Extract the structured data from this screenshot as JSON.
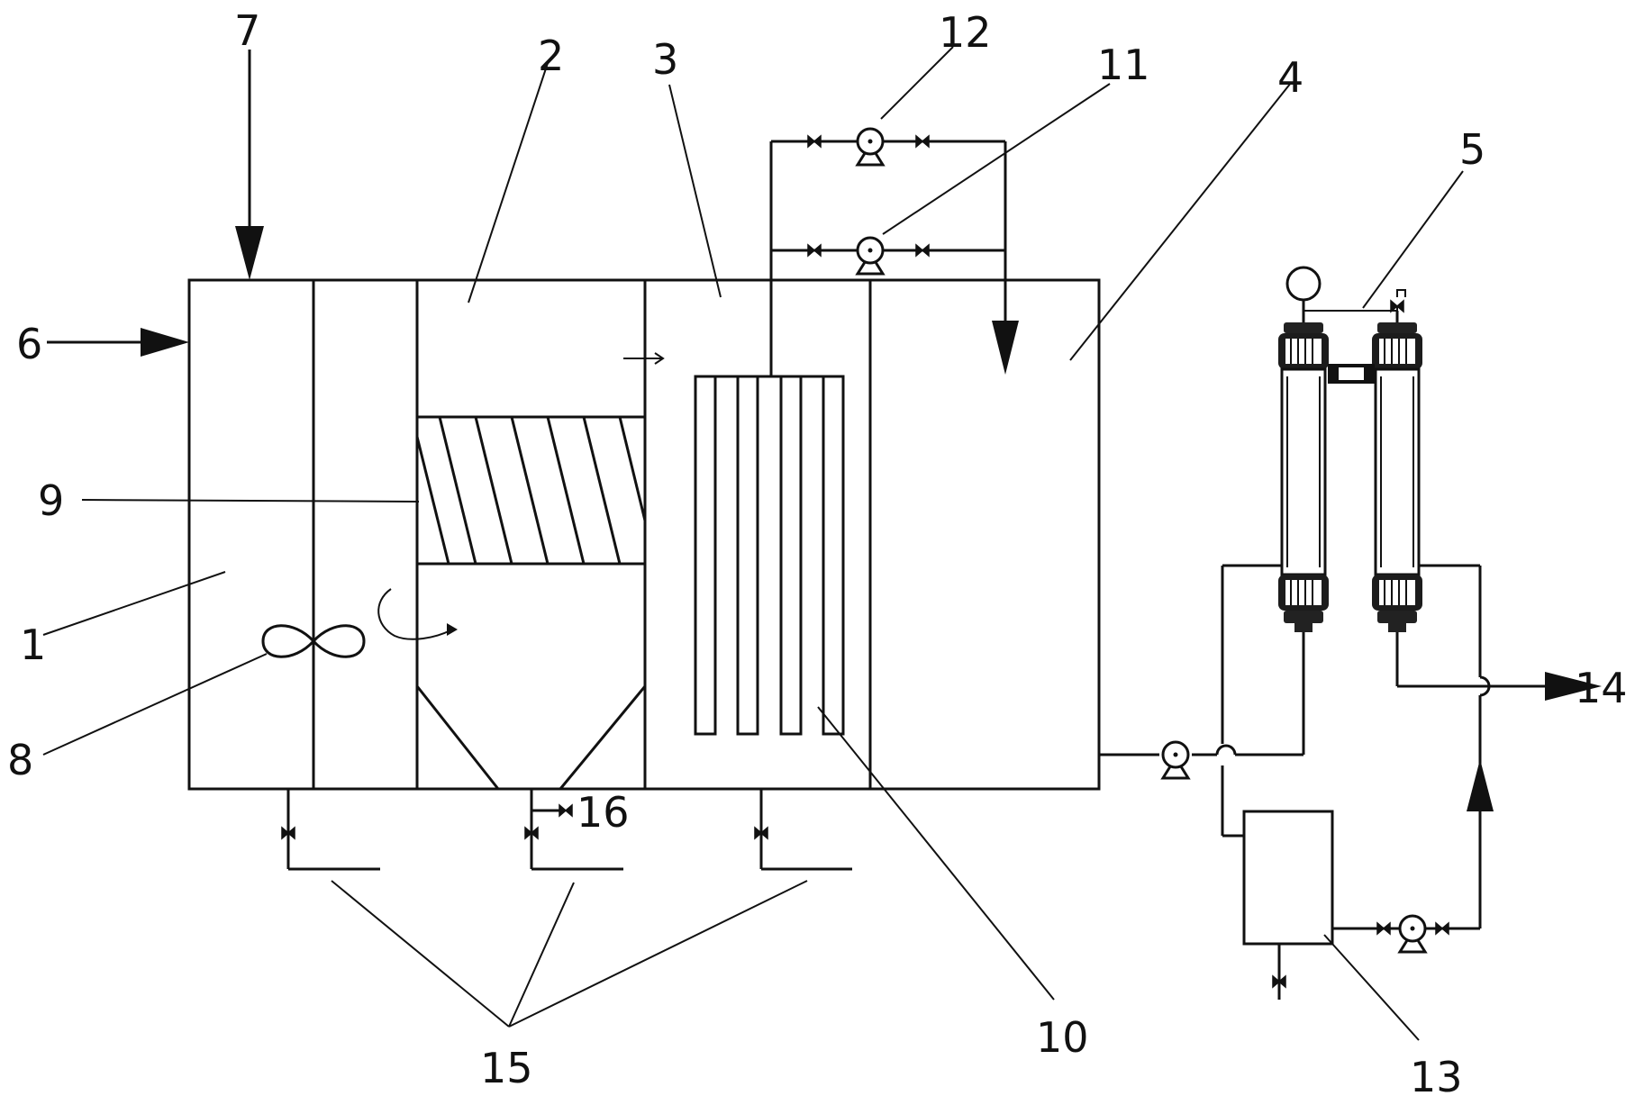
{
  "labels": {
    "l1": "1",
    "l2": "2",
    "l3": "3",
    "l4": "4",
    "l5": "5",
    "l6": "6",
    "l7": "7",
    "l8": "8",
    "l9": "9",
    "l10": "10",
    "l11": "11",
    "l12": "12",
    "l13": "13",
    "l14": "14",
    "l15": "15",
    "l16": "16"
  },
  "icons": {
    "arrow": "filled-triangle-arrow",
    "pump": "centrifugal-pump-symbol",
    "valve": "bowtie-valve-symbol",
    "gauge": "pressure-gauge-circle",
    "stirrer": "two-blade-impeller",
    "membrane_module": "membrane-cartridge"
  }
}
